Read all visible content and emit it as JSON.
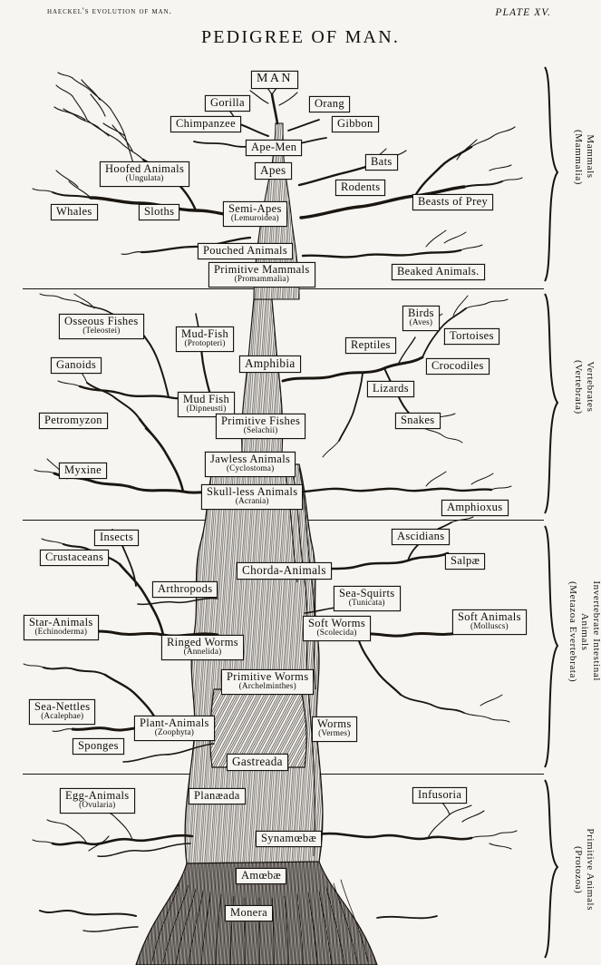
{
  "header": {
    "left": "HAECKEL'S EVOLUTION OF MAN.",
    "right": "PLATE XV.",
    "title": "PEDIGREE OF MAN."
  },
  "chart_data": {
    "type": "diagram",
    "title": "PEDIGREE OF MAN.",
    "subtype": "phylogenetic-tree",
    "sections": [
      {
        "name": "Mammals",
        "latin": "(Mammalia)"
      },
      {
        "name": "Vertebrates",
        "latin": "(Vertebrata)"
      },
      {
        "name": "Invertebrate Intestinal Animals",
        "latin": "(Metazoa Evertebrata)"
      },
      {
        "name": "Primitive Animals",
        "latin": "(Protozoa)"
      }
    ],
    "nodes": [
      "MAN",
      "Gorilla",
      "Orang",
      "Chimpanzee",
      "Gibbon",
      "Ape-Men",
      "Apes",
      "Bats",
      "Rodents",
      "Hoofed Animals (Ungulata)",
      "Whales",
      "Sloths",
      "Semi-Apes (Lemuroidea)",
      "Beasts of Prey",
      "Pouched Animals",
      "Primitive Mammals (Promammalia)",
      "Beaked Animals.",
      "Osseous Fishes (Teleostei)",
      "Mud-Fish (Protopteri)",
      "Amphibia",
      "Reptiles",
      "Birds (Aves)",
      "Tortoises",
      "Ganoids",
      "Crocodiles",
      "Mud Fish (Dipneusti)",
      "Lizards",
      "Petromyzon",
      "Primitive Fishes (Selachii)",
      "Snakes",
      "Myxine",
      "Jawless Animals (Cyclostoma)",
      "Skull-less Animals (Acrania)",
      "Amphioxus",
      "Insects",
      "Ascidians",
      "Crustaceans",
      "Salpae",
      "Chorda-Animals",
      "Arthropods",
      "Sea-Squirts (Tunicata)",
      "Star-Animals (Echinoderma)",
      "Ringed Worms (Annelida)",
      "Soft Worms (Scolecida)",
      "Soft Animals (Molluscs)",
      "Primitive Worms (Archelminthes)",
      "Sea-Nettles (Acalephae)",
      "Plant-Animals (Zoophyta)",
      "Worms (Vermes)",
      "Sponges",
      "Gastreada",
      "Egg-Animals (Ovularia)",
      "Planaeada",
      "Infusoria",
      "Synamoebae",
      "Amoebae",
      "Monera"
    ]
  },
  "braces": [
    {
      "id": "mammals",
      "line1": "Mammals",
      "line2": "(Mammalia)"
    },
    {
      "id": "vertebrates",
      "line1": "Vertebrates",
      "line2": "(Vertebrata)"
    },
    {
      "id": "invertebrates",
      "line1": "Invertebrate Intestinal",
      "line2": "Animals",
      "line3": "(Metazoa Evertebrata)"
    },
    {
      "id": "protozoa",
      "line1": "Primitive Animals",
      "line2": "(Protozoa)"
    }
  ],
  "nodes": {
    "man": {
      "l1": "MAN"
    },
    "gorilla": {
      "l1": "Gorilla"
    },
    "orang": {
      "l1": "Orang"
    },
    "chimpanzee": {
      "l1": "Chimpanzee"
    },
    "gibbon": {
      "l1": "Gibbon"
    },
    "ape_men": {
      "l1": "Ape-Men"
    },
    "apes": {
      "l1": "Apes"
    },
    "bats": {
      "l1": "Bats"
    },
    "rodents": {
      "l1": "Rodents"
    },
    "hoofed": {
      "l1": "Hoofed Animals",
      "l2": "(Ungulata)"
    },
    "whales": {
      "l1": "Whales"
    },
    "sloths": {
      "l1": "Sloths"
    },
    "semi_apes": {
      "l1": "Semi-Apes",
      "l2": "(Lemuroidea)"
    },
    "beasts": {
      "l1": "Beasts of Prey"
    },
    "pouched": {
      "l1": "Pouched Animals"
    },
    "prim_mammals": {
      "l1": "Primitive Mammals",
      "l2": "(Promammalia)"
    },
    "beaked": {
      "l1": "Beaked Animals."
    },
    "osseous": {
      "l1": "Osseous Fishes",
      "l2": "(Teleostei)"
    },
    "mudfish_p": {
      "l1": "Mud-Fish",
      "l2": "(Protopteri)"
    },
    "amphibia": {
      "l1": "Amphibia"
    },
    "reptiles": {
      "l1": "Reptiles"
    },
    "birds": {
      "l1": "Birds",
      "l2": "(Aves)"
    },
    "tortoises": {
      "l1": "Tortoises"
    },
    "ganoids": {
      "l1": "Ganoids"
    },
    "crocodiles": {
      "l1": "Crocodiles"
    },
    "mudfish_d": {
      "l1": "Mud Fish",
      "l2": "(Dipneusti)"
    },
    "lizards": {
      "l1": "Lizards"
    },
    "petromyzon": {
      "l1": "Petromyzon"
    },
    "prim_fishes": {
      "l1": "Primitive Fishes",
      "l2": "(Selachii)"
    },
    "snakes": {
      "l1": "Snakes"
    },
    "myxine": {
      "l1": "Myxine"
    },
    "jawless": {
      "l1": "Jawless Animals",
      "l2": "(Cyclostoma)"
    },
    "skull_less": {
      "l1": "Skull-less Animals",
      "l2": "(Acrania)"
    },
    "amphioxus": {
      "l1": "Amphioxus"
    },
    "insects": {
      "l1": "Insects"
    },
    "ascidians": {
      "l1": "Ascidians"
    },
    "crustaceans": {
      "l1": "Crustaceans"
    },
    "salpae": {
      "l1": "Salpæ"
    },
    "chorda": {
      "l1": "Chorda-Animals"
    },
    "arthropods": {
      "l1": "Arthropods"
    },
    "sea_squirts": {
      "l1": "Sea-Squirts",
      "l2": "(Tunicata)"
    },
    "star_animals": {
      "l1": "Star-Animals",
      "l2": "(Echinoderma)"
    },
    "ringed_worms": {
      "l1": "Ringed Worms",
      "l2": "(Annelida)"
    },
    "soft_worms": {
      "l1": "Soft Worms",
      "l2": "(Scolecida)"
    },
    "soft_animals": {
      "l1": "Soft Animals",
      "l2": "(Molluscs)"
    },
    "prim_worms": {
      "l1": "Primitive Worms",
      "l2": "(Archelminthes)"
    },
    "sea_nettles": {
      "l1": "Sea-Nettles",
      "l2": "(Acalephae)"
    },
    "plant_animals": {
      "l1": "Plant-Animals",
      "l2": "(Zoophyta)"
    },
    "worms": {
      "l1": "Worms",
      "l2": "(Vermes)"
    },
    "sponges": {
      "l1": "Sponges"
    },
    "gastreada": {
      "l1": "Gastreada"
    },
    "egg_animals": {
      "l1": "Egg-Animals",
      "l2": "(Ovularia)"
    },
    "planaeada": {
      "l1": "Planæada"
    },
    "infusoria": {
      "l1": "Infusoria"
    },
    "synamoebae": {
      "l1": "Synamœbæ"
    },
    "amoebae": {
      "l1": "Amœbæ"
    },
    "monera": {
      "l1": "Monera"
    }
  },
  "colors": {
    "paper": "#f7f5f1",
    "ink": "#17130f"
  }
}
